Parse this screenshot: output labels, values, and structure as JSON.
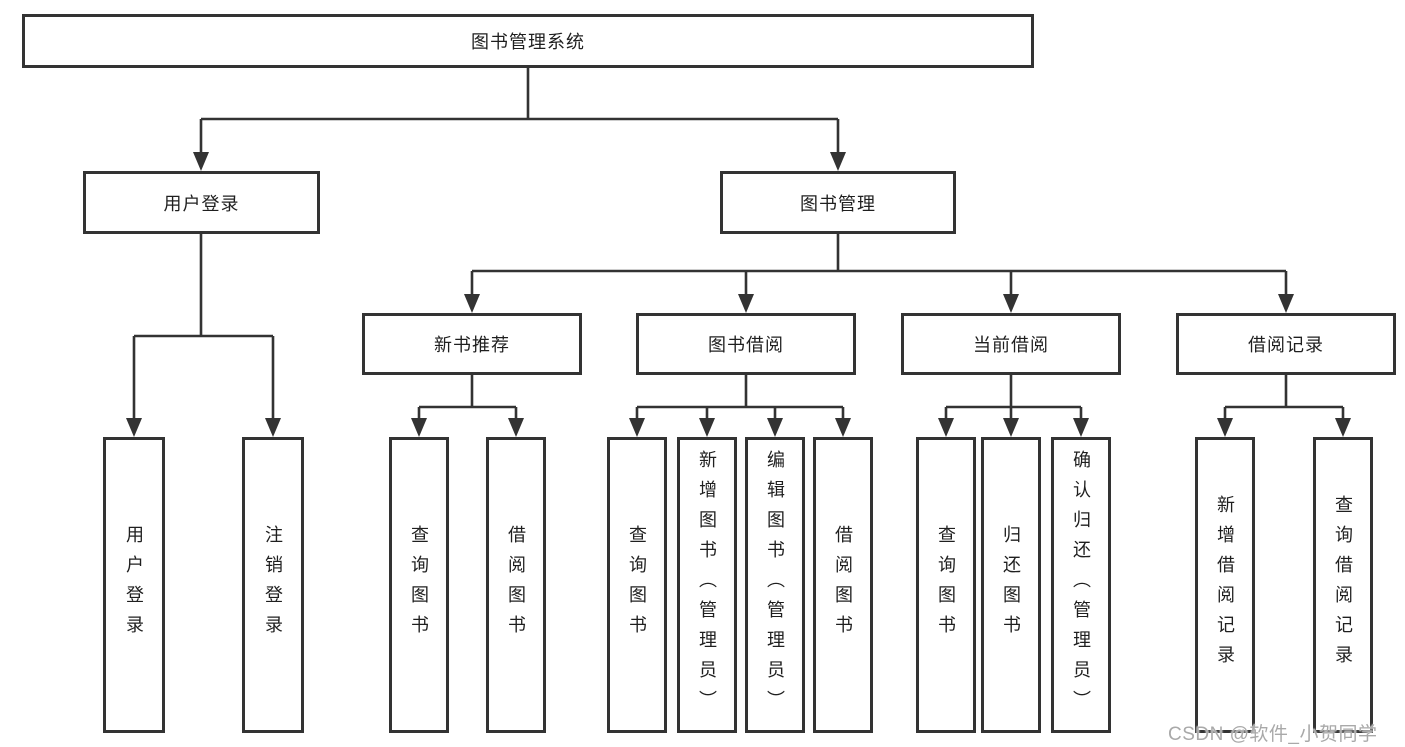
{
  "tree": {
    "root": {
      "label": "图书管理系统"
    },
    "branches": [
      {
        "label": "用户登录",
        "children": [
          {
            "label": "用户登录"
          },
          {
            "label": "注销登录"
          }
        ]
      },
      {
        "label": "图书管理",
        "groups": [
          {
            "label": "新书推荐",
            "children": [
              {
                "label": "查询图书"
              },
              {
                "label": "借阅图书"
              }
            ]
          },
          {
            "label": "图书借阅",
            "children": [
              {
                "label": "查询图书"
              },
              {
                "label": "新增图书（管理员）"
              },
              {
                "label": "编辑图书（管理员）"
              },
              {
                "label": "借阅图书"
              }
            ]
          },
          {
            "label": "当前借阅",
            "children": [
              {
                "label": "查询图书"
              },
              {
                "label": "归还图书"
              },
              {
                "label": "确认归还（管理员）"
              }
            ]
          },
          {
            "label": "借阅记录",
            "children": [
              {
                "label": "新增借阅记录"
              },
              {
                "label": "查询借阅记录"
              }
            ]
          }
        ]
      }
    ]
  },
  "watermark": "CSDN @软件_小贺同学",
  "colors": {
    "line": "#333333",
    "text": "#1f1f1f",
    "watermark": "#a9a9a9",
    "background": "#ffffff"
  }
}
